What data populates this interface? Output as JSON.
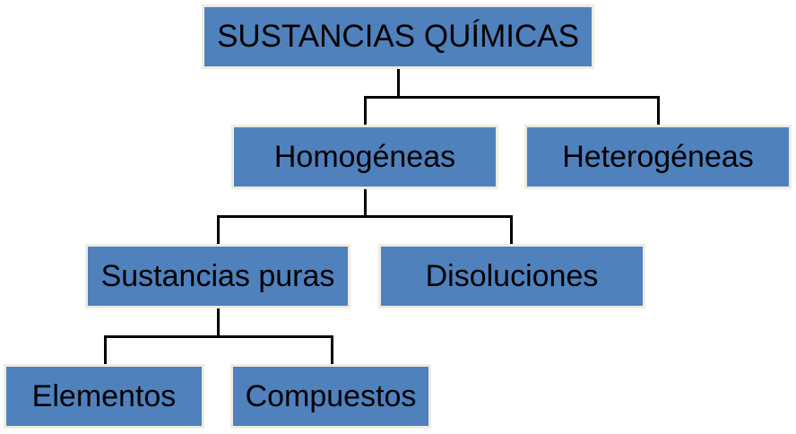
{
  "diagram": {
    "root": "SUSTANCIAS QUÍMICAS",
    "homogeneas": "Homogéneas",
    "heterogeneas": "Heterogéneas",
    "sustancias_puras": "Sustancias puras",
    "disoluciones": "Disoluciones",
    "elementos": "Elementos",
    "compuestos": "Compuestos"
  },
  "colors": {
    "box_fill": "#4f81bd",
    "box_border": "#eeece1",
    "connector": "#000000"
  }
}
